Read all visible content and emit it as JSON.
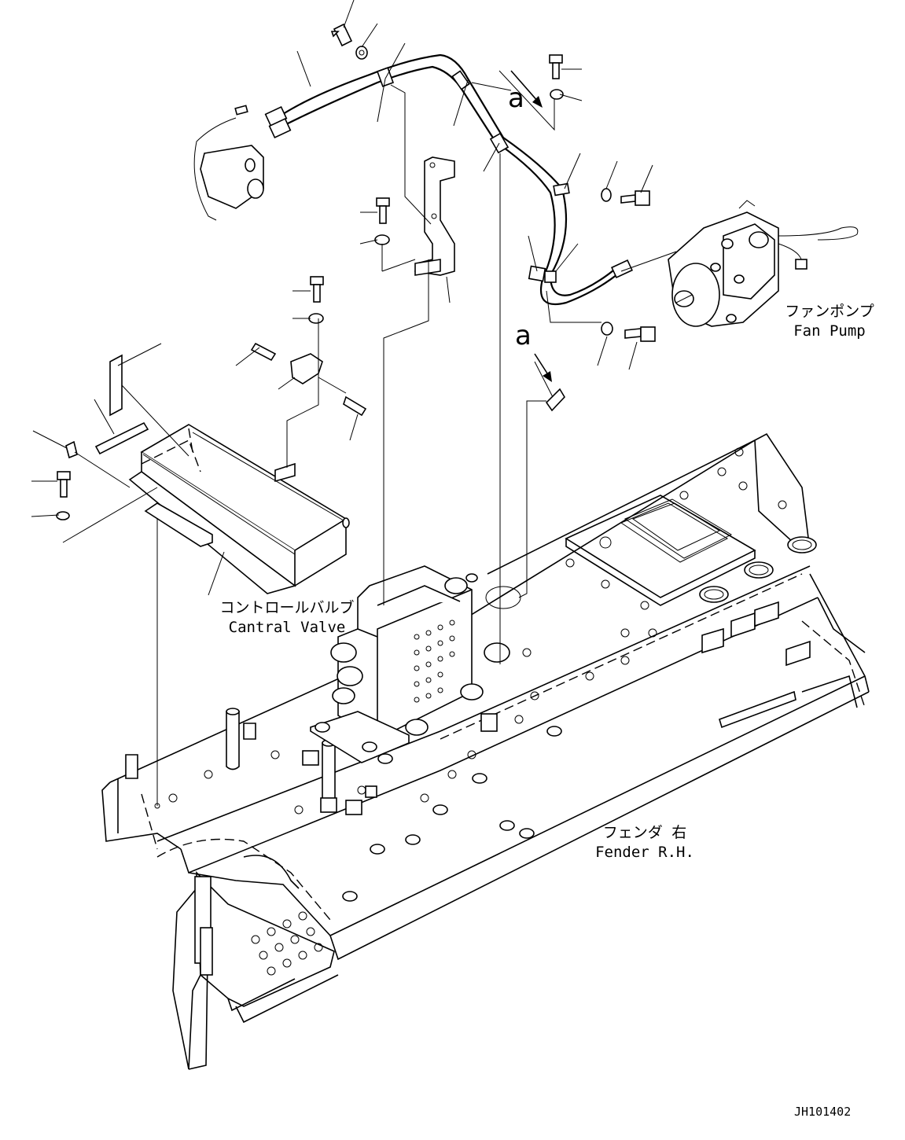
{
  "labels": {
    "fan_pump_jp": "ファンポンプ",
    "fan_pump_en": "Fan Pump",
    "control_valve_jp": "コントロールバルブ",
    "control_valve_en": "Cantral Valve",
    "fender_jp": "フェンダ 右",
    "fender_en": "Fender R.H.",
    "callout_a": "a",
    "doc_id": "JH101402"
  }
}
